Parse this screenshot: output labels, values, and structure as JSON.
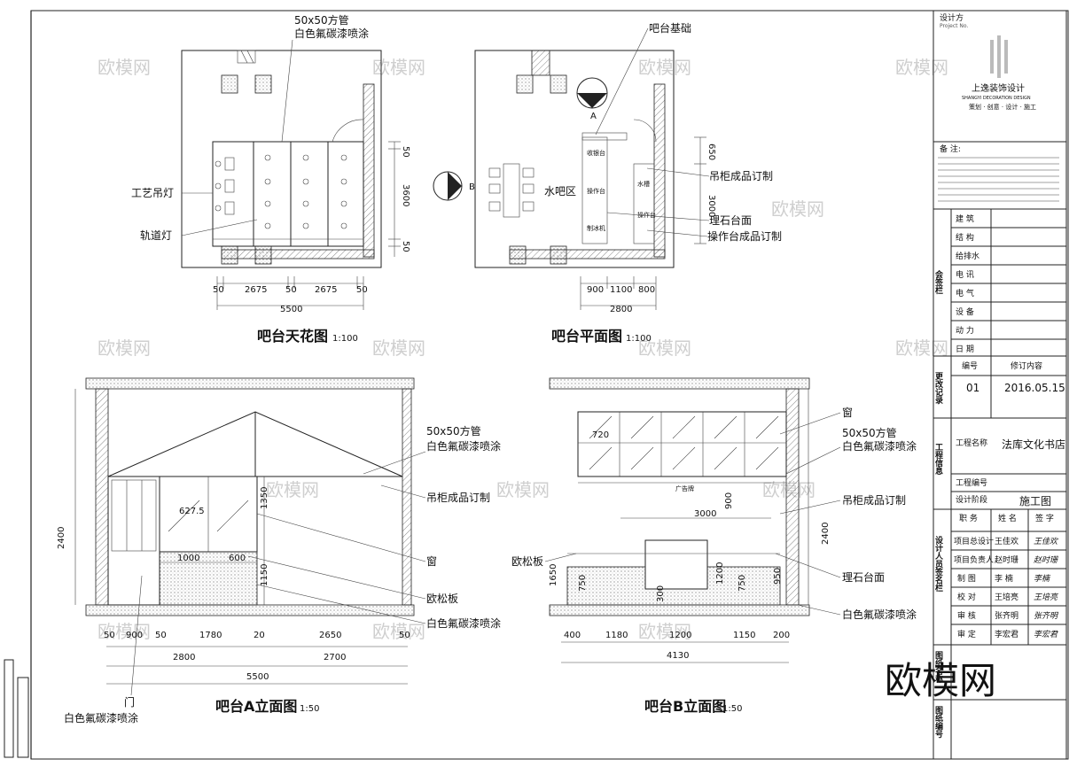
{
  "drawings": {
    "ceiling": {
      "title": "吧台天花图",
      "scale": "1:100",
      "labels": {
        "tube": "50x50方管",
        "tube_finish": "白色氟碳漆喷涂",
        "craft_lamp": "工艺吊灯",
        "track_light": "轨道灯"
      },
      "dims": {
        "d50a": "50",
        "d2675a": "2675",
        "d50b": "50",
        "d2675b": "2675",
        "d50c": "50",
        "total": "5500",
        "v50a": "50",
        "v3600": "3600",
        "v50b": "50"
      }
    },
    "plan": {
      "title": "吧台平面图",
      "scale": "1:100",
      "labels": {
        "base": "吧台基础",
        "water_bar": "水吧区",
        "cabinet": "吊柜成品订制",
        "marble": "理石台面",
        "counter": "操作台成品订制",
        "mark_a": "A",
        "mark_b": "B"
      },
      "dims": {
        "d900": "900",
        "d1100": "1100",
        "d800": "800",
        "total": "2800",
        "v650": "650",
        "v3000": "3000"
      }
    },
    "elev_a": {
      "title": "吧台A立面图",
      "scale": "1:50",
      "labels": {
        "tube": "50x50方管",
        "tube_finish": "白色氟碳漆喷涂",
        "cabinet": "吊柜成品订制",
        "window": "窗",
        "pine": "欧松板",
        "white": "白色氟碳漆喷涂",
        "door": "门",
        "door_finish": "白色氟碳漆喷涂"
      },
      "dims": {
        "d627": "627.5",
        "d1000": "1000",
        "d600": "600",
        "v1350": "1350",
        "v1150": "1150",
        "v2400": "2400",
        "b50a": "50",
        "b900": "900",
        "b50b": "50",
        "b1780": "1780",
        "b20": "20",
        "b2650": "2650",
        "b50c": "50",
        "s2800": "2800",
        "s2700": "2700",
        "total": "5500"
      }
    },
    "elev_b": {
      "title": "吧台B立面图",
      "scale": "1:50",
      "labels": {
        "window": "窗",
        "tube": "50x50方管",
        "tube_finish": "白色氟碳漆喷涂",
        "cabinet": "吊柜成品订制",
        "pine": "欧松板",
        "marble": "理石台面",
        "white": "白色氟碳漆喷涂",
        "ad": "广告牌"
      },
      "dims": {
        "d720": "720",
        "d3000": "3000",
        "v900": "900",
        "v1200": "1200",
        "v750a": "750",
        "v750b": "750",
        "v950": "950",
        "v1650": "1650",
        "v300": "300",
        "v2400": "2400",
        "b400": "400",
        "b1180": "1180",
        "b1200": "1200",
        "b1150": "1150",
        "b200": "200",
        "total": "4130"
      }
    }
  },
  "titleblock": {
    "designer": "设计方",
    "designer_en": "Project No.",
    "company": "上逸装饰设计",
    "company_en": "SHANGYI DECORATION DESIGN",
    "company_slogan": "策划 · 创意 · 设计 · 施工",
    "notes_title": "备 注:",
    "countersign": "会签栏",
    "disciplines": [
      "建 筑",
      "结 构",
      "给排水",
      "电 讯",
      "电 气",
      "设 备",
      "动 力",
      "日 期"
    ],
    "revision": {
      "label": "更改记录",
      "col1": "编号",
      "col2": "修订内容",
      "no": "01",
      "date": "2016.05.15"
    },
    "project": {
      "label": "工程信息",
      "name_label": "工程名称",
      "name": "法库文化书店",
      "no_label": "工程编号",
      "stage_label": "设计阶段",
      "stage": "施工图"
    },
    "staff": {
      "label": "设计人员签名栏",
      "col1": "职 务",
      "col2": "姓 名",
      "col3": "签 字",
      "rows": [
        {
          "role": "项目总设计",
          "name": "王佳欢",
          "sign": "王佳欢"
        },
        {
          "role": "项目负责人",
          "name": "赵时珊",
          "sign": "赵时珊"
        },
        {
          "role": "制 图",
          "name": "李 楠",
          "sign": "李楠"
        },
        {
          "role": "校 对",
          "name": "王培亮",
          "sign": "王培亮"
        },
        {
          "role": "审 核",
          "name": "张齐明",
          "sign": "张齐明"
        },
        {
          "role": "审 定",
          "name": "李宏君",
          "sign": "李宏君"
        }
      ]
    },
    "drawing_name": "图纸名称",
    "drawing_no": "图纸编号"
  },
  "watermark": "欧模网",
  "brand": "欧模网"
}
